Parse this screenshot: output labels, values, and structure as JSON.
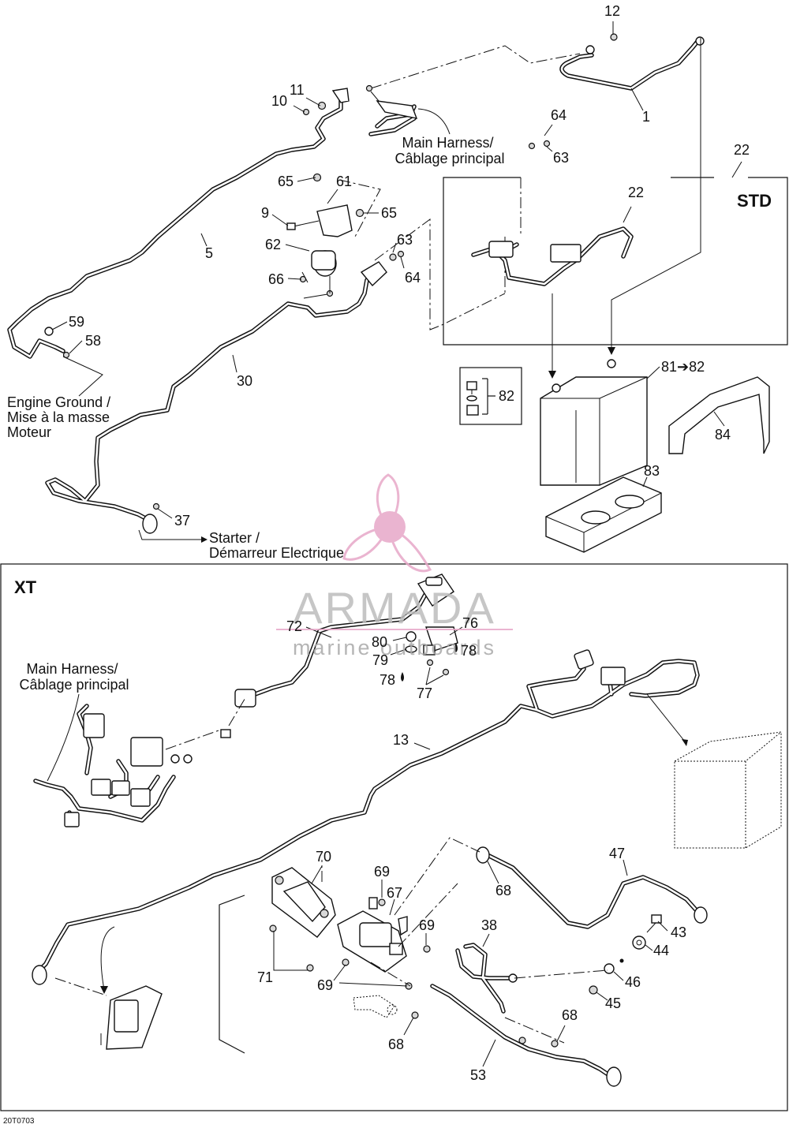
{
  "labels": {
    "std": "STD",
    "xt": "XT",
    "main_harness_top": [
      "Main Harness/",
      "Câblage principal"
    ],
    "main_harness_xt": [
      "Main Harness/",
      "Câblage principal"
    ],
    "engine_ground": [
      "Engine Ground /",
      "Mise à la masse",
      "Moteur"
    ],
    "starter": [
      "Starter /",
      "Démarreur Electrique"
    ],
    "ref_code": "20T0703"
  },
  "callouts": {
    "c12": "12",
    "c1": "1",
    "c10": "10",
    "c11": "11",
    "c64a": "64",
    "c63a": "63",
    "c22a": "22",
    "c22b": "22",
    "c65a": "65",
    "c61": "61",
    "c9": "9",
    "c65b": "65",
    "c5": "5",
    "c62": "62",
    "c63b": "63",
    "c64b": "64",
    "c66": "66",
    "c59": "59",
    "c58": "58",
    "c30": "30",
    "c82": "82",
    "c8182": "81➔82",
    "c84": "84",
    "c83": "83",
    "c37": "37",
    "c72": "72",
    "c76": "76",
    "c80": "80",
    "c79": "79",
    "c78a": "78",
    "c78b": "78",
    "c77": "77",
    "c13": "13",
    "c70": "70",
    "c69a": "69",
    "c67": "67",
    "c69b": "69",
    "c68a": "68",
    "c47": "47",
    "c38": "38",
    "c43": "43",
    "c44": "44",
    "c46": "46",
    "c45": "45",
    "c71": "71",
    "c69c": "69",
    "c68b": "68",
    "c68c": "68",
    "c53": "53"
  },
  "watermark": {
    "brand": "ARMADA",
    "tagline": "marine outboards",
    "color": "#e7a8c8"
  }
}
